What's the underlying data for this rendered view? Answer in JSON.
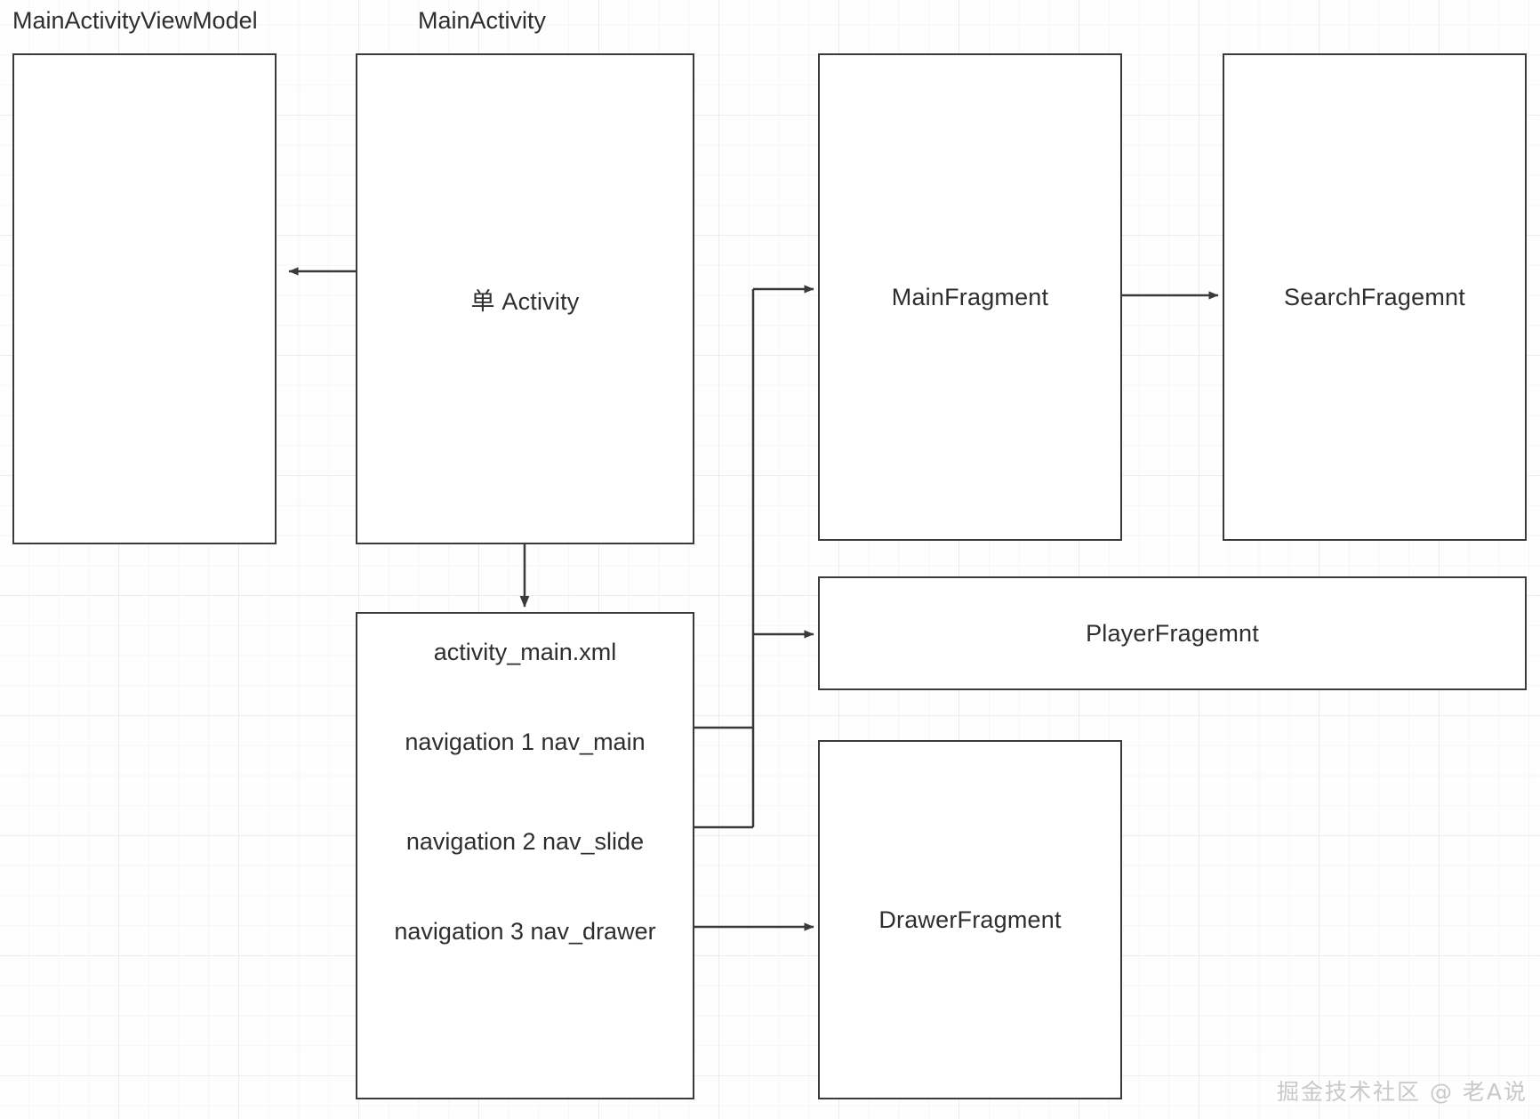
{
  "diagram": {
    "title_captions": [
      {
        "id": "caption-viewmodel",
        "text": "MainActivityViewModel"
      },
      {
        "id": "caption-mainactivity",
        "text": "MainActivity"
      }
    ],
    "nodes": {
      "viewmodel": {
        "label": ""
      },
      "main_activity": {
        "label": "单 Activity"
      },
      "activity_main_xml": {
        "lines": [
          "activity_main.xml",
          "navigation 1 nav_main",
          "navigation 2 nav_slide",
          "navigation 3 nav_drawer"
        ]
      },
      "main_fragment": {
        "label": "MainFragment"
      },
      "search_fragment": {
        "label": "SearchFragemnt"
      },
      "player_fragment": {
        "label": "PlayerFragemnt"
      },
      "drawer_fragment": {
        "label": "DrawerFragment"
      }
    },
    "edges": [
      {
        "id": "edge-mainactivity-to-viewmodel",
        "from": "main_activity",
        "to": "viewmodel",
        "direction": "left"
      },
      {
        "id": "edge-mainactivity-to-xml",
        "from": "main_activity",
        "to": "activity_main_xml",
        "direction": "down"
      },
      {
        "id": "edge-nav-main-to-mainfragment",
        "from": "navigation 1 nav_main",
        "to": "main_fragment",
        "direction": "right"
      },
      {
        "id": "edge-nav-slide-to-playerfragment",
        "from": "navigation 2 nav_slide",
        "to": "player_fragment",
        "direction": "right"
      },
      {
        "id": "edge-nav-drawer-to-drawerfragment",
        "from": "navigation 3 nav_drawer",
        "to": "drawer_fragment",
        "direction": "right"
      },
      {
        "id": "edge-mainfragment-to-searchfragment",
        "from": "main_fragment",
        "to": "search_fragment",
        "direction": "right"
      }
    ],
    "watermark": "掘金技术社区 @ 老A说",
    "colors": {
      "stroke": "#3a3a3c",
      "text": "#2e2e30",
      "grid_minor": "#f6f6f6",
      "grid_major": "#ececec",
      "node_fill": "#ffffff",
      "watermark": "#c9c9c9"
    }
  }
}
